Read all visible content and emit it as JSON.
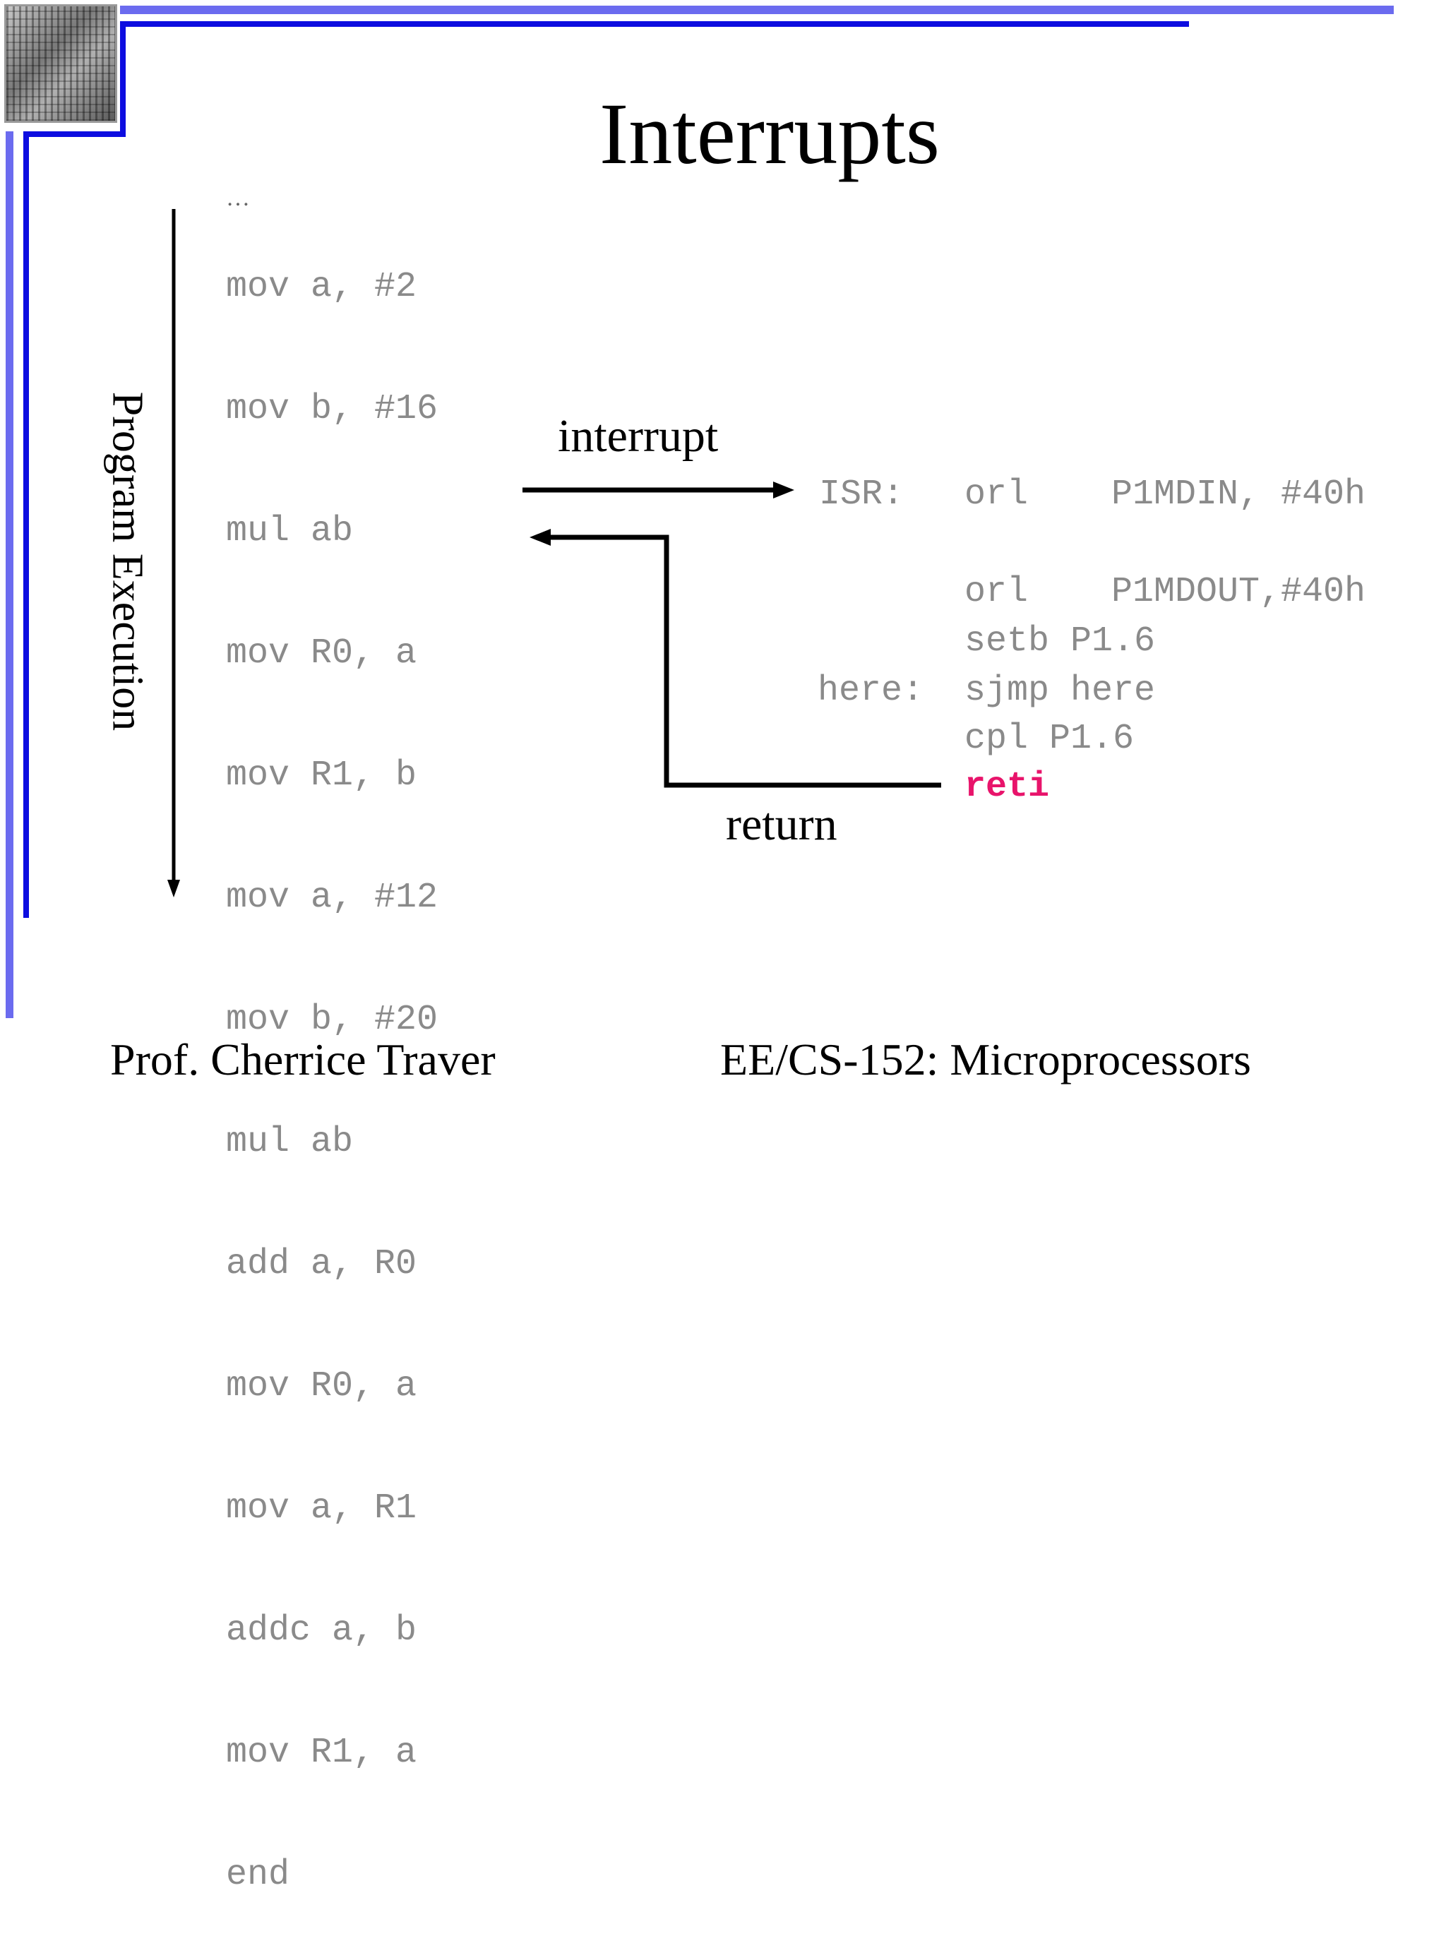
{
  "slide": {
    "title": "Interrupts",
    "axis_label": "Program Execution",
    "ellipsis": "…",
    "main_code": [
      "mov a, #2",
      "mov b, #16",
      "mul ab",
      "mov R0, a",
      "mov R1, b",
      "mov a, #12",
      "mov b, #20",
      "mul ab",
      "add a, R0",
      "mov R0, a",
      "mov a, R1",
      "addc a, b",
      "mov R1, a",
      "end"
    ],
    "interrupt_label": "interrupt",
    "return_label": "return",
    "isr": {
      "isr_label": "ISR:",
      "line1_op": "orl",
      "line1_args": "P1MDIN, #40h",
      "line2_op": "orl",
      "line2_args": "P1MDOUT,#40h",
      "line3": "setb P1.6",
      "here_label": "here:",
      "line4": "sjmp here",
      "line5": "cpl P1.6",
      "reti": "reti"
    },
    "footer_left": "Prof. Cherrice Traver",
    "footer_right": "EE/CS-152: Microprocessors",
    "colors": {
      "frame_light": "#6b6bef",
      "frame_dark": "#0d0de0",
      "code": "#8a8a8a",
      "reti": "#e8146b"
    }
  }
}
